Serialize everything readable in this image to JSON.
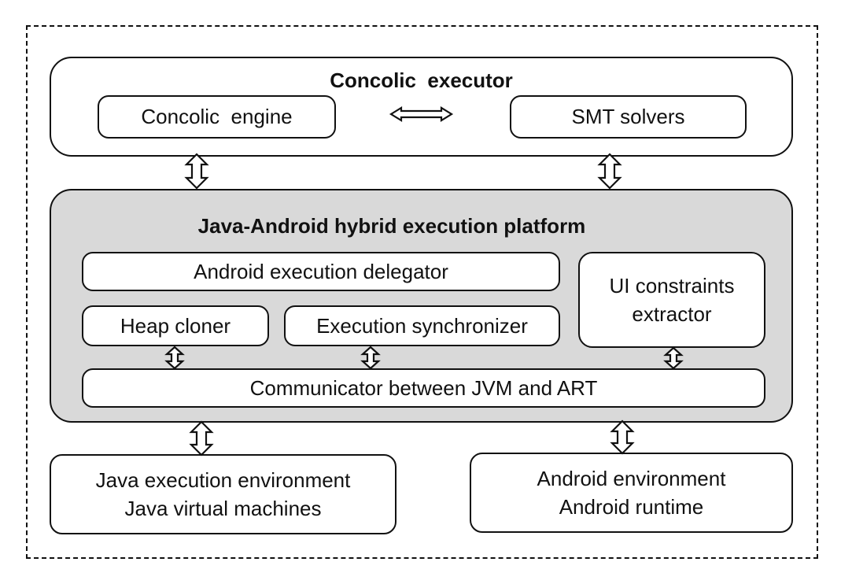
{
  "concolic_executor": {
    "title": "Concolic  executor",
    "engine": "Concolic  engine",
    "solvers": "SMT solvers"
  },
  "platform": {
    "title": "Java-Android hybrid execution platform",
    "delegator": "Android execution delegator",
    "heap_cloner": "Heap cloner",
    "synchronizer": "Execution synchronizer",
    "ui_extractor_line1": "UI constraints",
    "ui_extractor_line2": "extractor",
    "communicator": "Communicator between JVM and ART"
  },
  "java_env": {
    "line1": "Java execution environment",
    "line2": "Java virtual machines"
  },
  "android_env": {
    "line1": "Android environment",
    "line2": "Android runtime"
  }
}
